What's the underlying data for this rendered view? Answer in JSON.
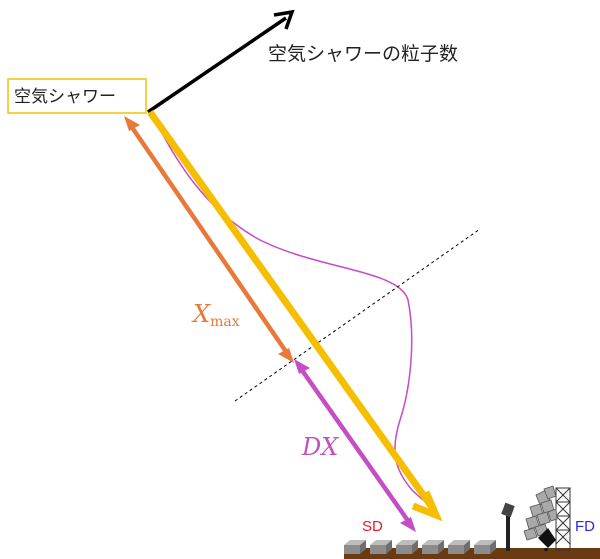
{
  "labels": {
    "shower_box": "空気シャワー",
    "particle_axis": "空気シャワーの粒子数",
    "xmax_main": "X",
    "xmax_sub": "max",
    "dx": "DX",
    "sd": "SD",
    "fd": "FD"
  },
  "colors": {
    "shower_axis": "#f5be00",
    "xmax_arrow": "#e8793a",
    "dx_arrow": "#c44fc4",
    "profile_curve": "#c84ac8",
    "box_border": "#f2c200",
    "particle_arrow": "#000000",
    "sd_text": "#e8182a",
    "fd_text": "#2b2bd6",
    "ground": "#6a3a12"
  },
  "icons": [
    "surface-detector-icon",
    "fluorescence-telescope-icon",
    "lamp-post-icon"
  ]
}
